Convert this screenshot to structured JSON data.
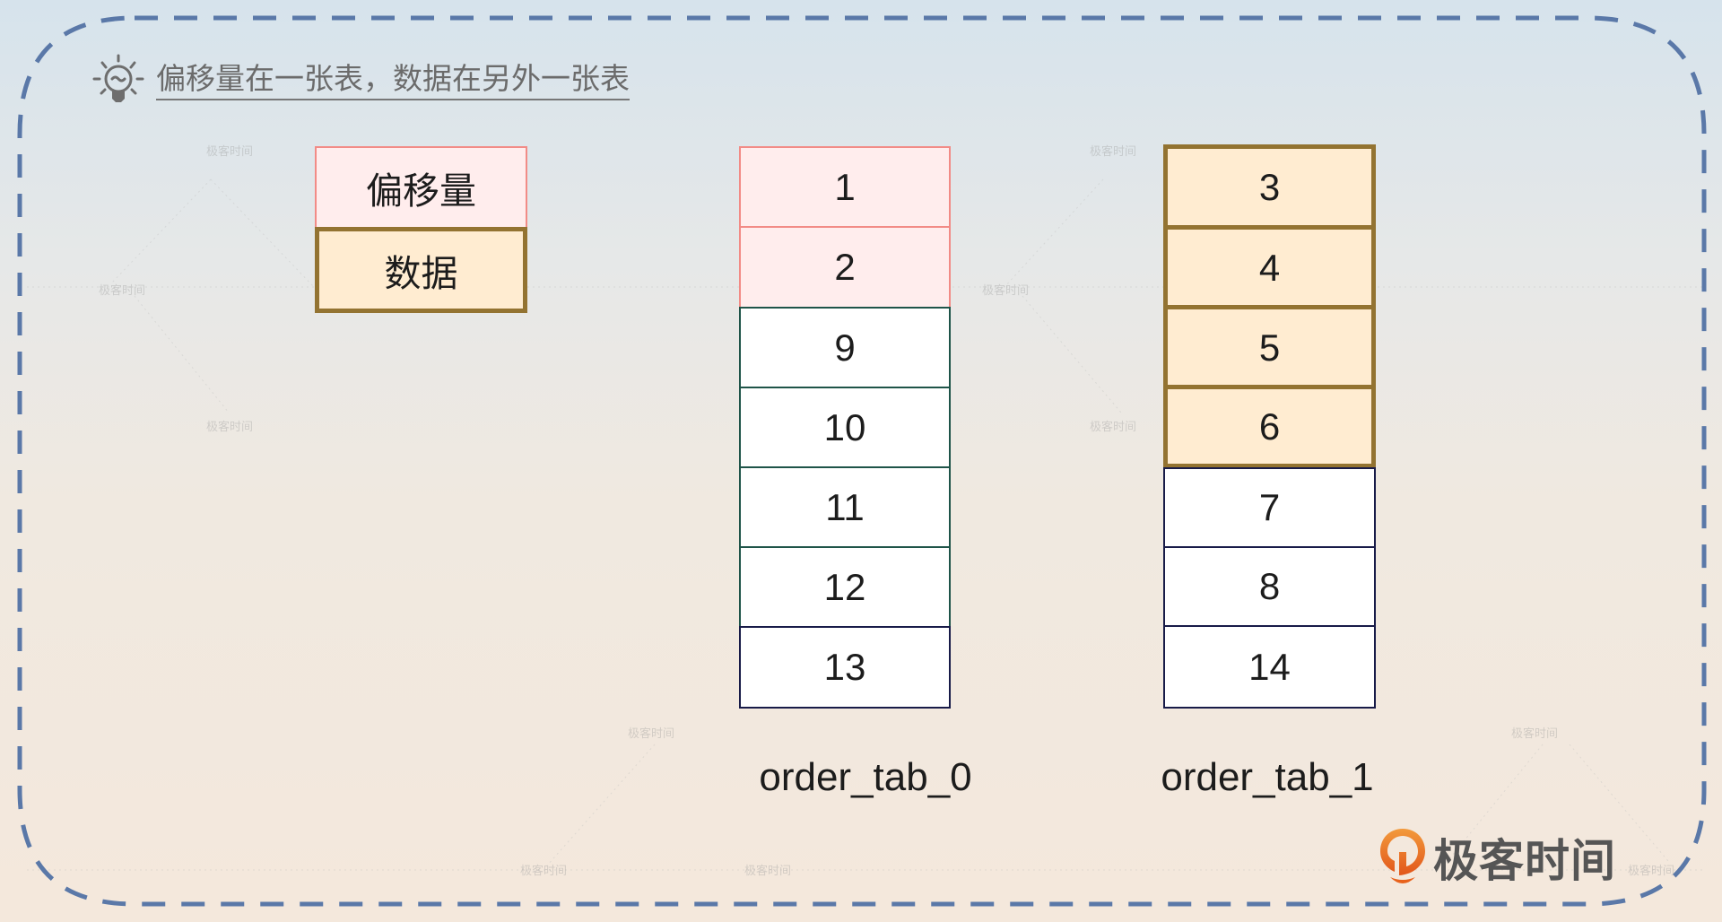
{
  "title": {
    "icon": "lightbulb-icon",
    "text": "偏移量在一张表，数据在另外一张表"
  },
  "legend": [
    {
      "label": "偏移量",
      "style": "pink"
    },
    {
      "label": "数据",
      "style": "gold"
    }
  ],
  "tables": [
    {
      "name": "order_tab_0",
      "rows": [
        {
          "value": "1",
          "style": "pink"
        },
        {
          "value": "2",
          "style": "pink"
        },
        {
          "value": "9",
          "style": "green"
        },
        {
          "value": "10",
          "style": "green"
        },
        {
          "value": "11",
          "style": "green"
        },
        {
          "value": "12",
          "style": "green"
        },
        {
          "value": "13",
          "style": "navy"
        }
      ]
    },
    {
      "name": "order_tab_1",
      "rows": [
        {
          "value": "3",
          "style": "gold"
        },
        {
          "value": "4",
          "style": "gold"
        },
        {
          "value": "5",
          "style": "gold"
        },
        {
          "value": "6",
          "style": "gold"
        },
        {
          "value": "7",
          "style": "navy"
        },
        {
          "value": "8",
          "style": "navy"
        },
        {
          "value": "14",
          "style": "navy"
        }
      ]
    }
  ],
  "watermark": "极客时间",
  "logo": {
    "icon": "geektime-logo-icon",
    "text": "极客时间"
  },
  "colors": {
    "frame_dash": "#5a78a8",
    "pink_fill": "#ffeded",
    "pink_border": "#f28b86",
    "gold_fill": "#ffecd1",
    "gold_border": "#937331",
    "green_border": "#1f5449",
    "navy_border": "#181b48",
    "logo_orange": "#e8621c"
  }
}
